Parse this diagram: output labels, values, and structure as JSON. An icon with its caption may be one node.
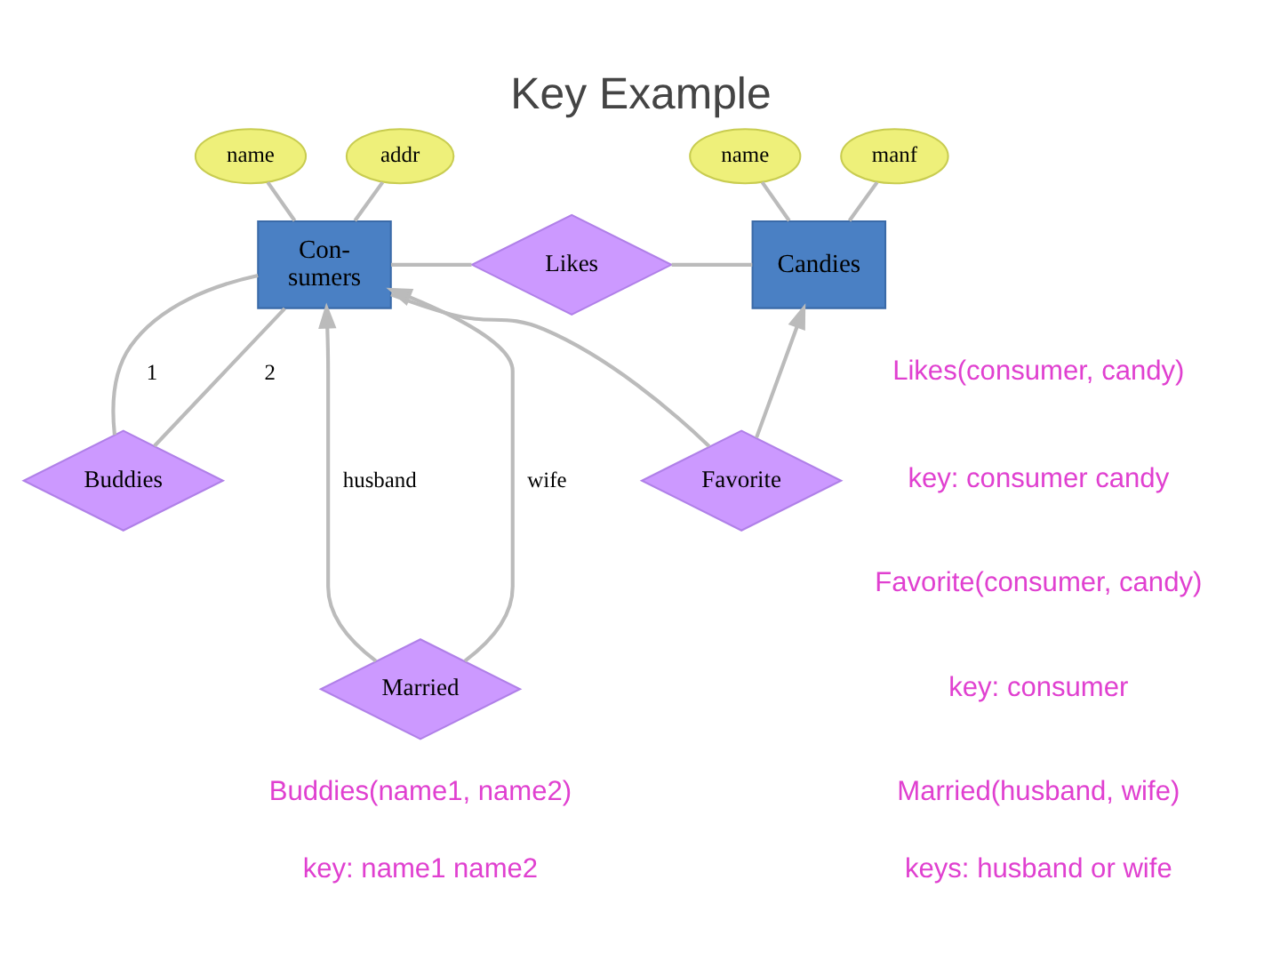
{
  "diagram": {
    "title": "Key Example",
    "nodes": [
      {
        "text": [
          "name"
        ]
      },
      {
        "text": [
          "addr"
        ]
      },
      {
        "text": [
          "name"
        ]
      },
      {
        "text": [
          "manf"
        ]
      },
      {
        "text": [
          "Con- sumers"
        ]
      },
      {
        "text": [
          "Likes"
        ]
      },
      {
        "text": [
          "Candies"
        ]
      },
      {
        "text": [
          "Favorite"
        ]
      },
      {
        "text": [
          "Buddies"
        ]
      },
      {
        "text": [
          "Married"
        ]
      }
    ],
    "edges": [
      {
        "from": 0,
        "to": 4,
        "arrow": "none"
      },
      {
        "from": 1,
        "to": 4,
        "arrow": "none"
      },
      {
        "from": 2,
        "to": 6,
        "arrow": "none"
      },
      {
        "from": 3,
        "to": 6,
        "arrow": "none"
      },
      {
        "from": 4,
        "to": 5,
        "arrow": "none"
      },
      {
        "from": 5,
        "to": 6,
        "arrow": "none"
      },
      {
        "from": 4,
        "to": 7,
        "arrow": "none"
      },
      {
        "from": 7,
        "to": 6,
        "arrow": "to"
      },
      {
        "from": 8,
        "to": 4,
        "arrow": "none",
        "label": "1"
      },
      {
        "from": 8,
        "to": 4,
        "arrow": "none",
        "label": "2"
      },
      {
        "from": 9,
        "to": 4,
        "arrow": "to",
        "label": "husband"
      },
      {
        "from": 9,
        "to": 4,
        "arrow": "to",
        "label": "wife"
      }
    ],
    "labels": [
      "Likes(consumer, candy)",
      "key: consumer candy",
      "Favorite(consumer, candy)",
      "key: consumer",
      "Married(husband, wife)",
      "Buddies(name1, name2)",
      "keys: husband or wife",
      "key: name1 name2"
    ]
  }
}
